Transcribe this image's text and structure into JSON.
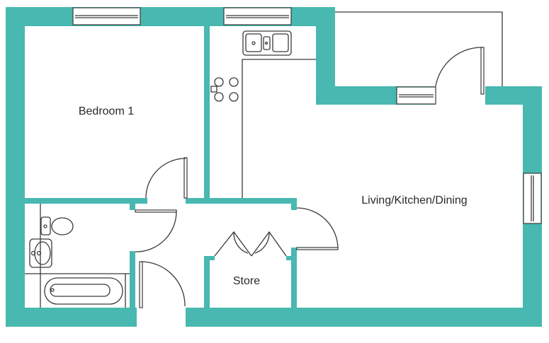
{
  "rooms": {
    "bedroom": "Bedroom 1",
    "living": "Living/Kitchen/Dining",
    "store": "Store"
  },
  "colors": {
    "wall": "#48b8b0",
    "line": "#3a3a3a"
  }
}
